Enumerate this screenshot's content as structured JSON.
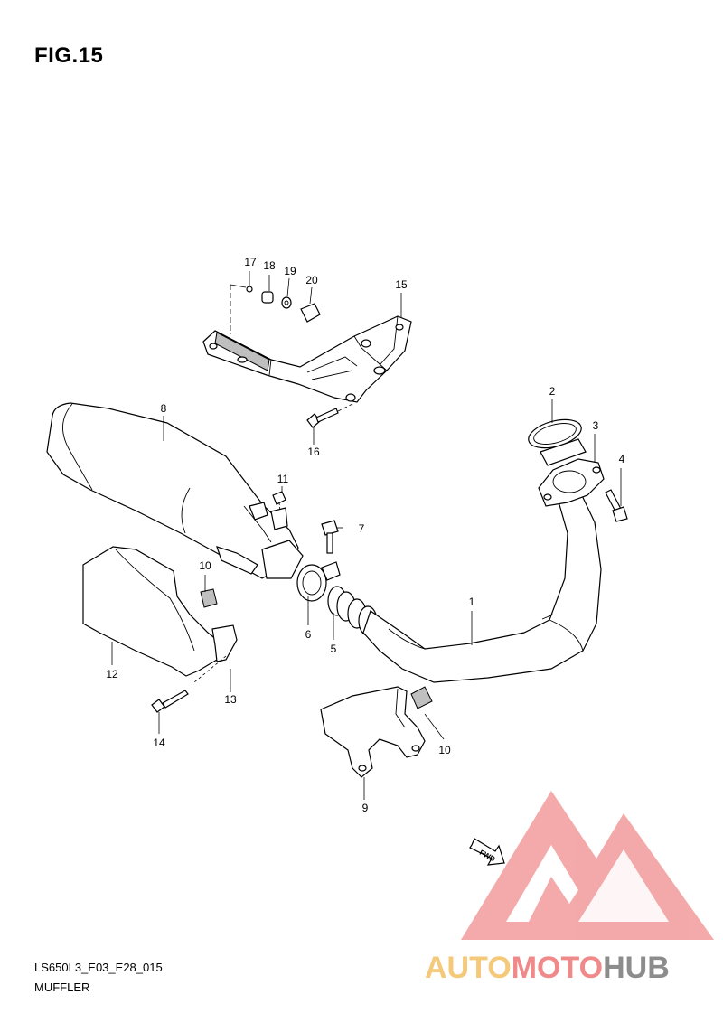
{
  "figure": {
    "title": "FIG.15"
  },
  "footer": {
    "model_code": "LS650L3_E03_E28_015",
    "section": "MUFFLER"
  },
  "fwd_label": "FWD",
  "watermark": {
    "text_a": "AUTO",
    "text_b": "MOTO",
    "text_c": "HUB",
    "color_a": "#f5c97a",
    "color_b": "#f08a8a",
    "color_c": "#8c8c8c",
    "logo_color": "#f29b9b"
  },
  "callouts": [
    {
      "num": "1"
    },
    {
      "num": "2"
    },
    {
      "num": "3"
    },
    {
      "num": "4"
    },
    {
      "num": "5"
    },
    {
      "num": "6"
    },
    {
      "num": "7"
    },
    {
      "num": "8"
    },
    {
      "num": "9"
    },
    {
      "num": "10"
    },
    {
      "num": "10"
    },
    {
      "num": "11"
    },
    {
      "num": "12"
    },
    {
      "num": "13"
    },
    {
      "num": "14"
    },
    {
      "num": "15"
    },
    {
      "num": "16"
    },
    {
      "num": "17"
    },
    {
      "num": "18"
    },
    {
      "num": "19"
    },
    {
      "num": "20"
    }
  ]
}
